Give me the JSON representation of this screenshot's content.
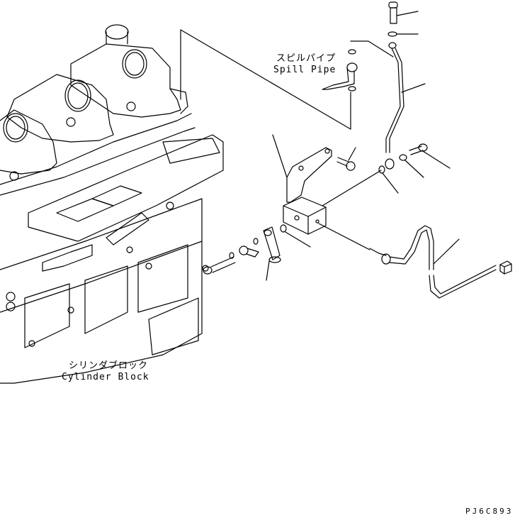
{
  "diagram": {
    "type": "exploded parts diagram",
    "colors": {
      "line": "#000000",
      "background": "#ffffff"
    },
    "labels": {
      "spill_pipe_jp": "スピルパイプ",
      "spill_pipe_en": "Spill Pipe",
      "cylinder_block_jp": "シリンダブロック",
      "cylinder_block_en": "Cylinder Block"
    },
    "drawing_code": "PJ6C893",
    "parts": [
      {
        "name": "bolt-top"
      },
      {
        "name": "washer-top"
      },
      {
        "name": "spill-pipe"
      },
      {
        "name": "eye-bolt"
      },
      {
        "name": "washer-right"
      },
      {
        "name": "washer-mid"
      },
      {
        "name": "bracket"
      },
      {
        "name": "bracket-bolt"
      },
      {
        "name": "sensor-block"
      },
      {
        "name": "washer-block"
      },
      {
        "name": "sensor-harness"
      },
      {
        "name": "connector"
      },
      {
        "name": "clamp"
      },
      {
        "name": "clamp-bolt"
      }
    ]
  }
}
